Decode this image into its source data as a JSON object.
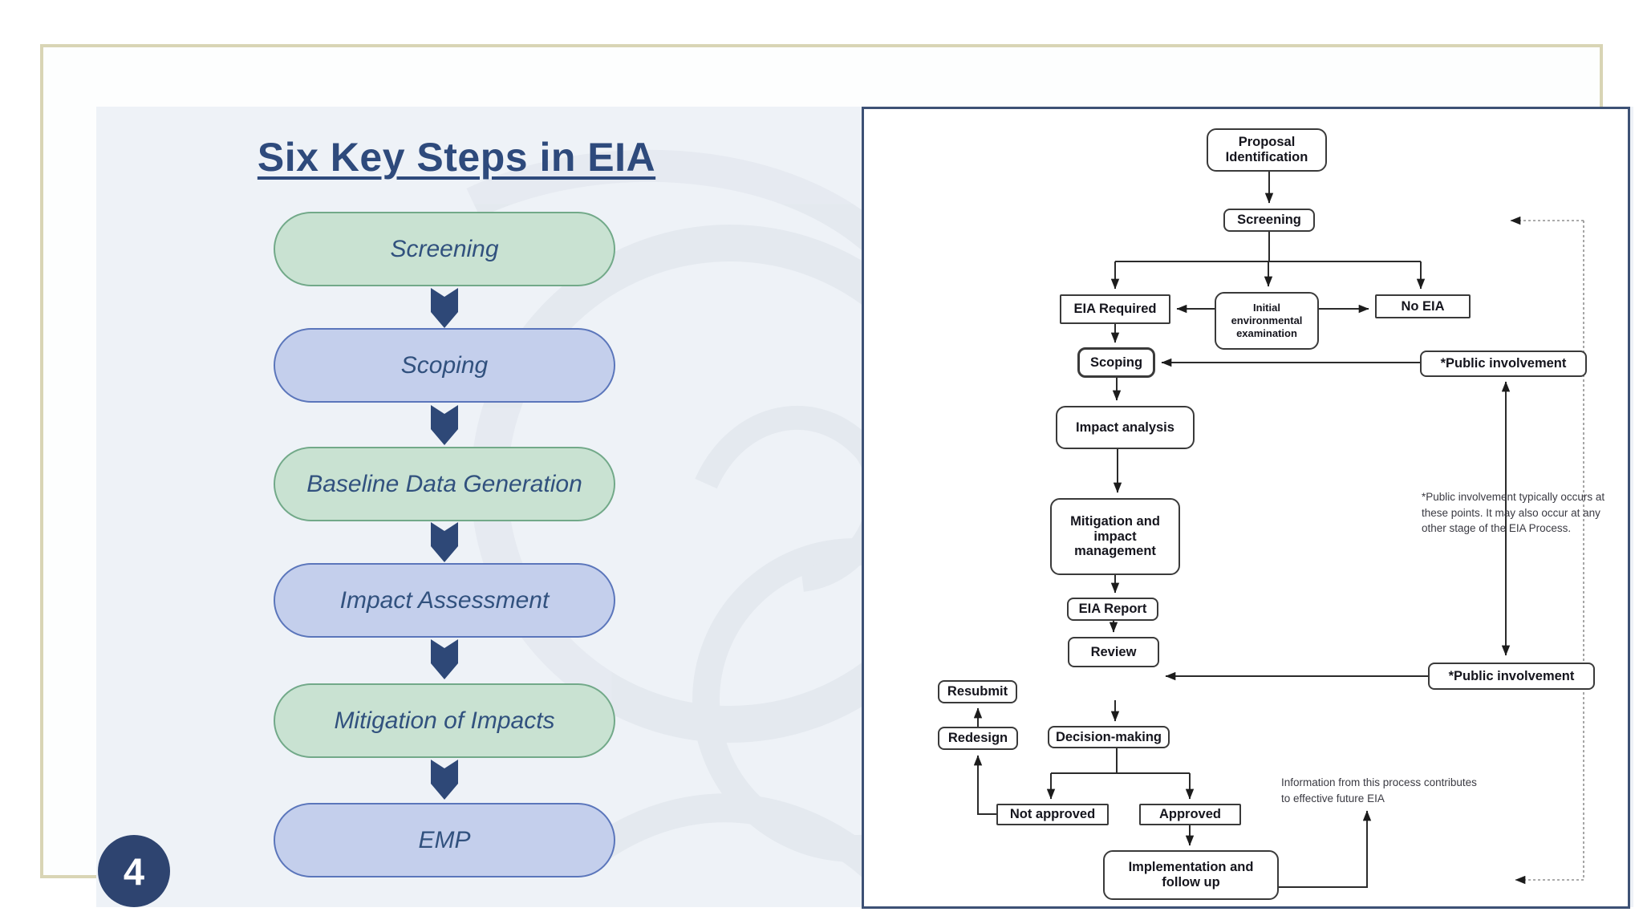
{
  "slide": {
    "title": "Six Key Steps in EIA",
    "page_number": "4"
  },
  "steps": [
    {
      "label": "Screening",
      "scheme": "green"
    },
    {
      "label": "Scoping",
      "scheme": "blue"
    },
    {
      "label": "Baseline Data Generation",
      "scheme": "green"
    },
    {
      "label": "Impact Assessment",
      "scheme": "blue"
    },
    {
      "label": "Mitigation of Impacts",
      "scheme": "green"
    },
    {
      "label": "EMP",
      "scheme": "blue"
    }
  ],
  "flowchart": {
    "nodes": {
      "proposal": "Proposal Identification",
      "screening": "Screening",
      "eia_required": "EIA Required",
      "initial_exam": "Initial environmental examination",
      "no_eia": "No EIA",
      "scoping": "Scoping",
      "public_involvement_top": "*Public involvement",
      "impact_analysis": "Impact analysis",
      "mitigation": "Mitigation and impact management",
      "eia_report": "EIA Report",
      "review": "Review",
      "public_involvement_bottom": "*Public involvement",
      "resubmit": "Resubmit",
      "redesign": "Redesign",
      "decision_making": "Decision-making",
      "not_approved": "Not approved",
      "approved": "Approved",
      "implementation": "Implementation and follow up"
    },
    "notes": {
      "public_involvement": "*Public involvement typically occurs at these points. It may also occur at any other stage of the EIA Process.",
      "future_eia": "Information from this process contributes to effective future EIA"
    }
  },
  "colors": {
    "title_navy": "#2e4a7c",
    "pill_green_fill": "#c9e2d2",
    "pill_green_border": "#72a989",
    "pill_blue_fill": "#c4cfec",
    "pill_blue_border": "#5b76bb",
    "arrow_navy": "#2e4877",
    "slide_border_tan": "#d9d5b5",
    "slide_background": "#eef2f7",
    "panel_border": "#3d5175",
    "flow_line": "#2b2b2b",
    "page_badge": "#2e4470"
  }
}
